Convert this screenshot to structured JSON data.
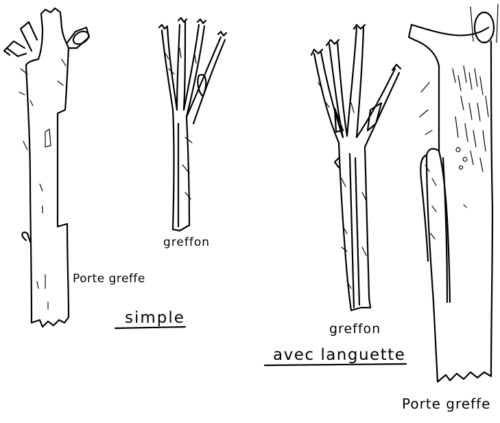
{
  "labels": {
    "porte_greffe_left": "Porte greffe",
    "greffon_left": "greffon",
    "simple": "simple",
    "greffon_right": "greffon",
    "avec_languette": "avec languette",
    "porte_greffe_right": "Porte greffe"
  },
  "colors": {
    "ink": "#000000",
    "paper": "#ffffff"
  }
}
